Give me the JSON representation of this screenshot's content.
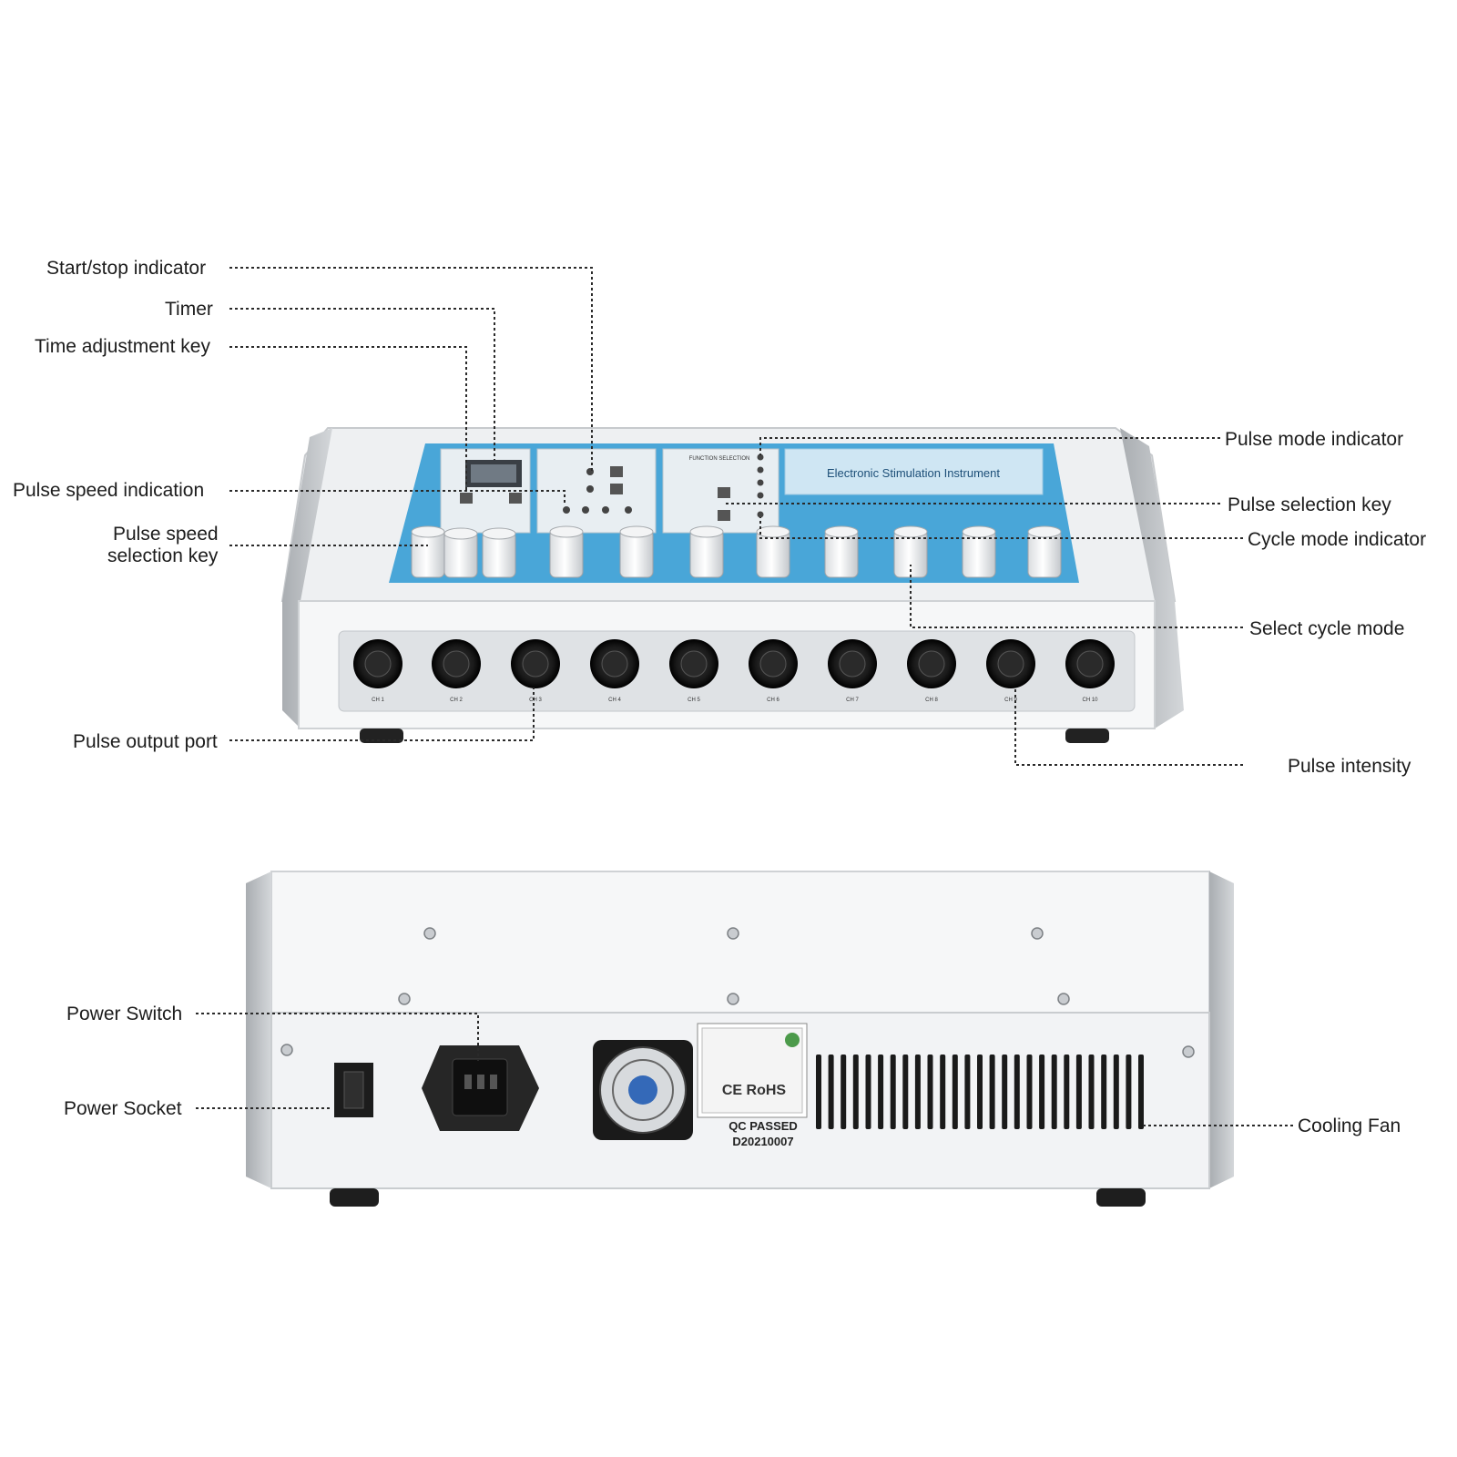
{
  "front_view": {
    "panel_title": "Electronic Stimulation Instrument",
    "function_label": "FUNCTION SELECTION",
    "channels": [
      "CH 1",
      "CH 2",
      "CH 3",
      "CH 4",
      "CH 5",
      "CH 6",
      "CH 7",
      "CH 8",
      "CH 9",
      "CH 10"
    ],
    "labels": {
      "start_stop_indicator": "Start/stop indicator",
      "timer": "Timer",
      "time_adjustment_key": "Time adjustment key",
      "pulse_speed_indication": "Pulse speed indication",
      "pulse_speed_selection_key_line1": "Pulse speed",
      "pulse_speed_selection_key_line2": "selection key",
      "pulse_output_port": "Pulse output port",
      "pulse_mode_indicator": "Pulse mode indicator",
      "pulse_selection_key": "Pulse selection key",
      "cycle_mode_indicator": "Cycle mode indicator",
      "select_cycle_mode": "Select cycle mode",
      "pulse_intensity": "Pulse intensity"
    }
  },
  "rear_view": {
    "qc_line1": "QC PASSED",
    "qc_line2": "D20210007",
    "rohs_mark": "CE RoHS",
    "labels": {
      "power_switch": "Power Switch",
      "power_socket": "Power Socket",
      "cooling_fan": "Cooling Fan"
    }
  },
  "colors": {
    "panel_blue": "#49a6d8",
    "panel_light_blue": "#cfe6f3",
    "body_white": "#f6f7f8",
    "side_gray": "#b9bcbf"
  }
}
